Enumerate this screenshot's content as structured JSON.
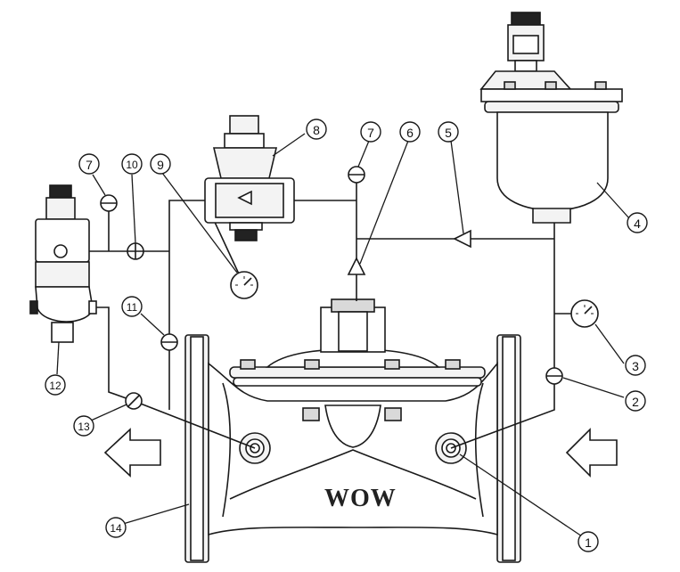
{
  "logo": {
    "text": "WOW"
  },
  "colors": {
    "stroke": "#1a1a1a",
    "fill_light": "#f3f3f3",
    "fill_mid": "#d9d9d9",
    "dark": "#222222"
  },
  "callouts": [
    {
      "id": "c1",
      "label": "1",
      "style": "outline"
    },
    {
      "id": "c2",
      "label": "2",
      "style": "outline"
    },
    {
      "id": "c3",
      "label": "3",
      "style": "outline"
    },
    {
      "id": "c4",
      "label": "4",
      "style": "outline"
    },
    {
      "id": "c5",
      "label": "5",
      "style": "outline"
    },
    {
      "id": "c6",
      "label": "6",
      "style": "outline"
    },
    {
      "id": "c7a",
      "label": "7",
      "style": "outline"
    },
    {
      "id": "c8",
      "label": "8",
      "style": "outline"
    },
    {
      "id": "c9",
      "label": "9",
      "style": "outline"
    },
    {
      "id": "c10",
      "label": "10",
      "style": "outline"
    },
    {
      "id": "c7b",
      "label": "7",
      "style": "outline"
    },
    {
      "id": "c11",
      "label": "11",
      "style": "outline"
    },
    {
      "id": "c12",
      "label": "12",
      "style": "outline"
    },
    {
      "id": "c13",
      "label": "13",
      "style": "outline"
    },
    {
      "id": "c14",
      "label": "14",
      "style": "outline"
    }
  ]
}
